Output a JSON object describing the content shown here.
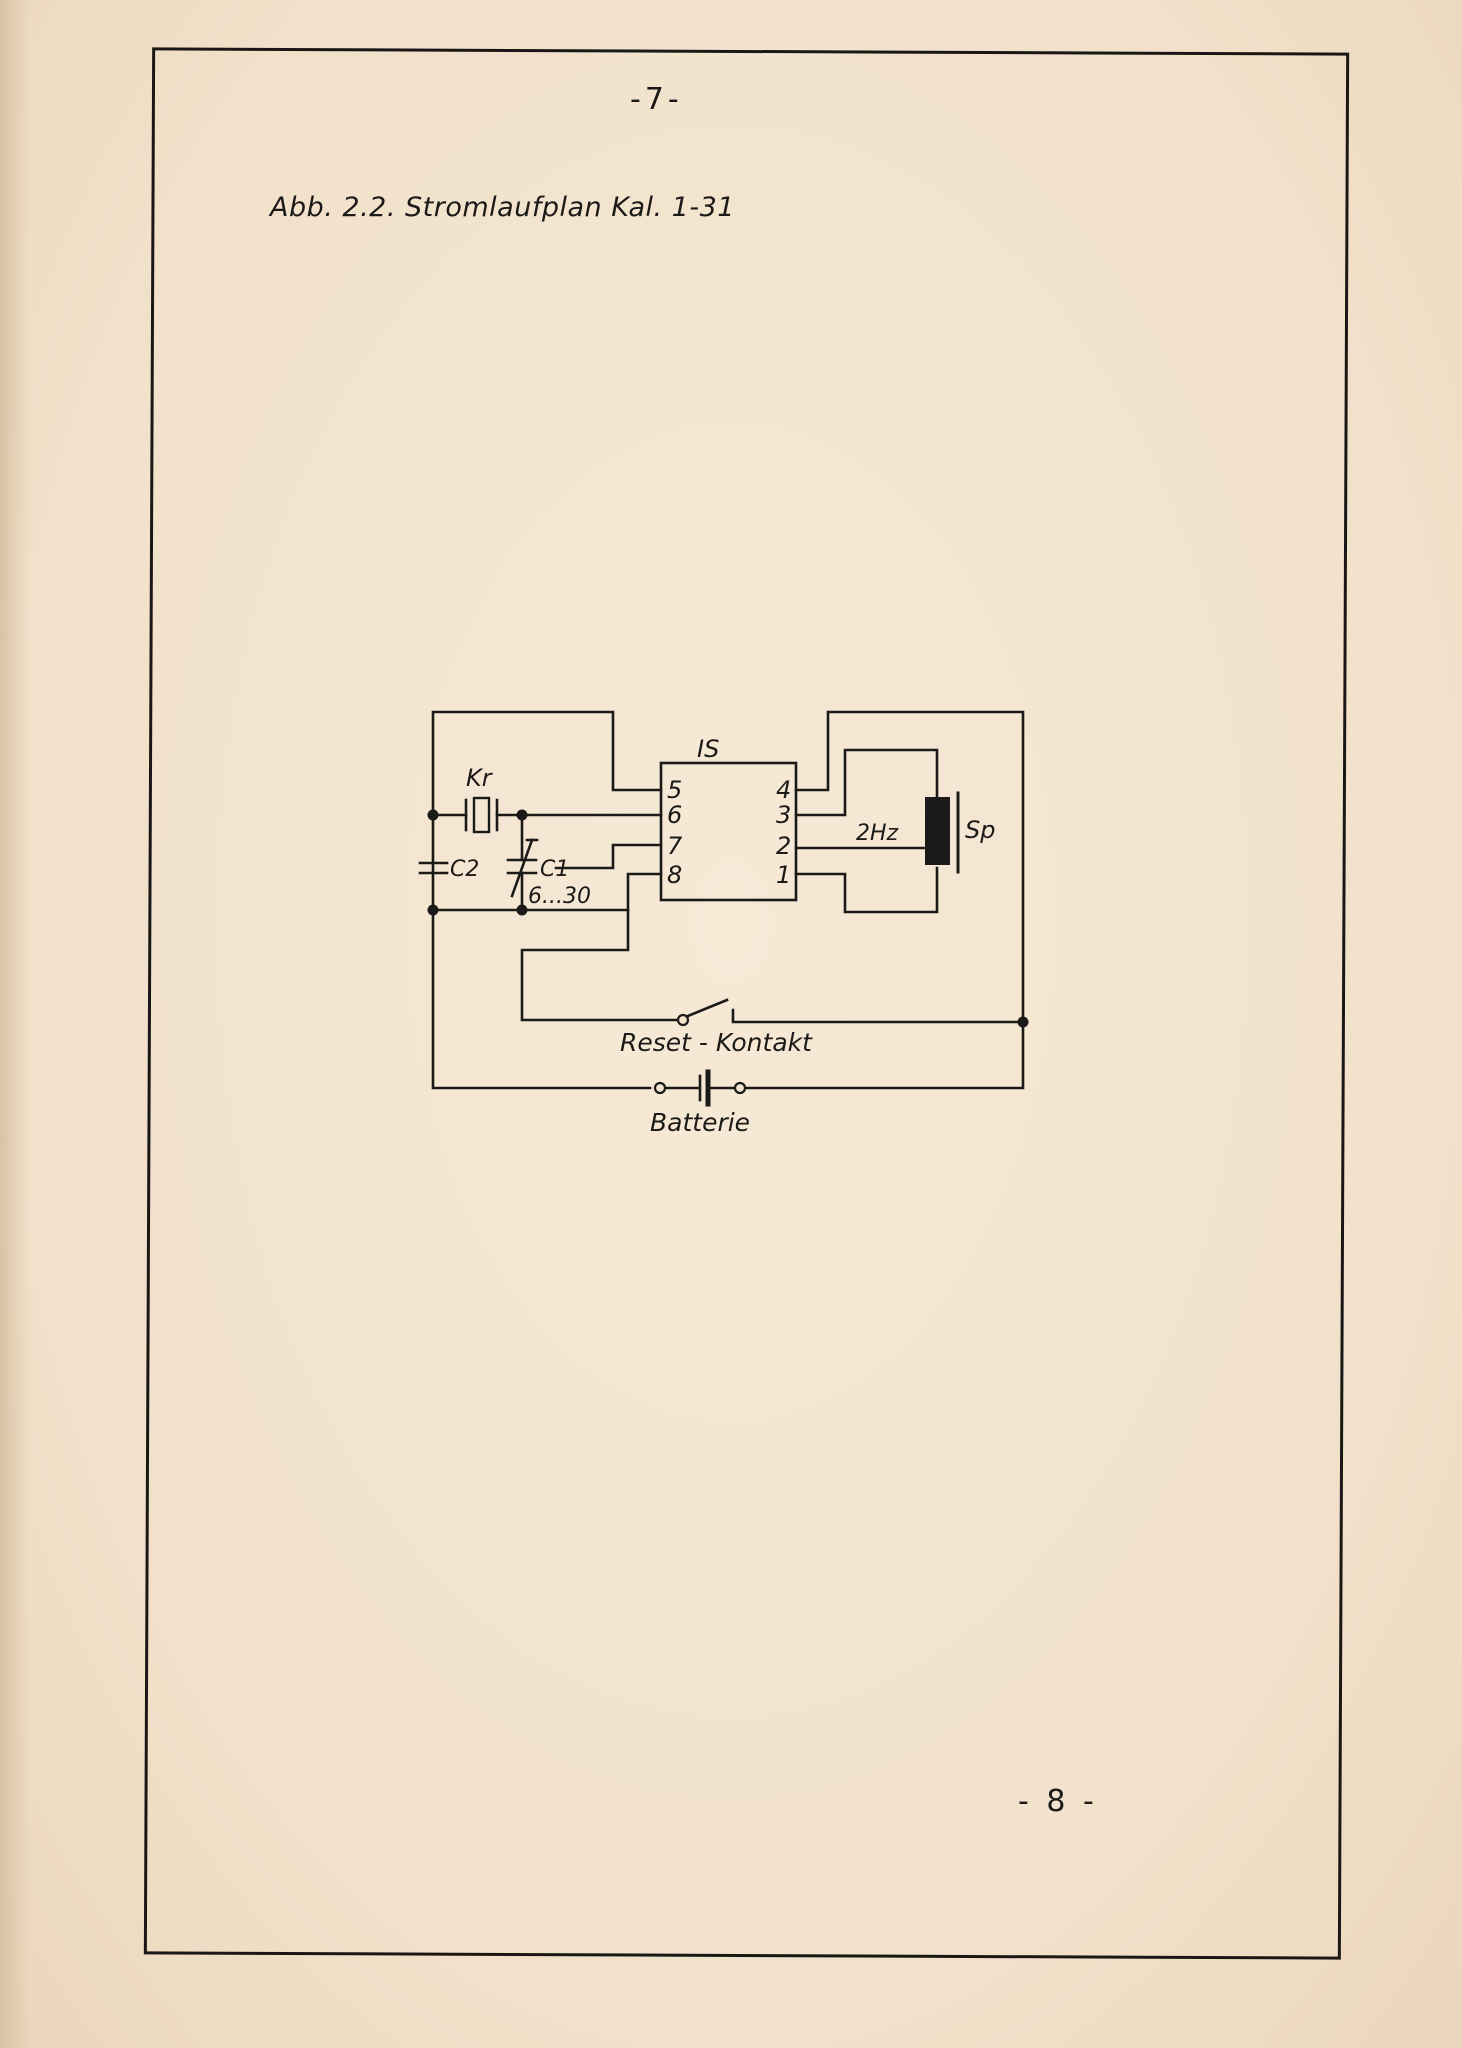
{
  "page": {
    "page_number_top": "-7-",
    "caption": "Abb. 2.2. Stromlaufplan Kal. 1-31",
    "page_number_bottom": "- 8 -"
  },
  "schematic": {
    "ic_label": "IS",
    "left_pins": [
      "5",
      "6",
      "7",
      "8"
    ],
    "right_pins": [
      "4",
      "3",
      "2",
      "1"
    ],
    "crystal_label": "Kr",
    "c2_label": "C2",
    "c1_label": "C1",
    "c1_range": "6...30",
    "frequency_label": "2Hz",
    "speaker_label": "Sp",
    "reset_label": "Reset - Kontakt",
    "battery_label": "Batterie"
  }
}
